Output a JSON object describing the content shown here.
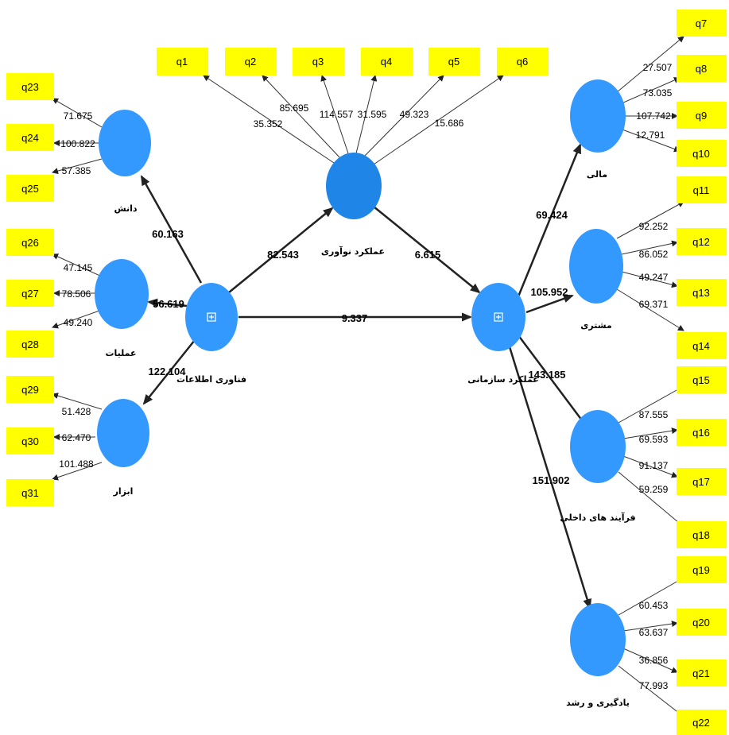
{
  "constructs": {
    "it": "فناوری اطلاعات",
    "innovation": "عملکرد نوآوری",
    "org": "عملکرد سازمانی",
    "knowledge": "دانش",
    "operations": "عملیات",
    "tools": "ابزار",
    "financial": "مالی",
    "customer": "مشتری",
    "internal": "فرآیند های داخلی",
    "learning": "یادگیری و رشد"
  },
  "items": {
    "q1": "q1",
    "q2": "q2",
    "q3": "q3",
    "q4": "q4",
    "q5": "q5",
    "q6": "q6",
    "q7": "q7",
    "q8": "q8",
    "q9": "q9",
    "q10": "q10",
    "q11": "q11",
    "q12": "q12",
    "q13": "q13",
    "q14": "q14",
    "q15": "q15",
    "q16": "q16",
    "q17": "q17",
    "q18": "q18",
    "q19": "q19",
    "q20": "q20",
    "q21": "q21",
    "q22": "q22",
    "q23": "q23",
    "q24": "q24",
    "q25": "q25",
    "q26": "q26",
    "q27": "q27",
    "q28": "q28",
    "q29": "q29",
    "q30": "q30",
    "q31": "q31"
  },
  "loadings": {
    "q1": "35.352",
    "q2": "85.695",
    "q3": "114.557",
    "q4": "31.595",
    "q5": "49.323",
    "q6": "15.686",
    "q7": "27.507",
    "q8": "73.035",
    "q9": "107.742",
    "q10": "12.791",
    "q11": "92.252",
    "q12": "86.052",
    "q13": "49.247",
    "q14": "69.371",
    "q15": "87.555",
    "q16": "69.593",
    "q17": "91.137",
    "q18": "59.259",
    "q19": "60.453",
    "q20": "63.637",
    "q21": "36.856",
    "q22": "77.993",
    "q23": "71.675",
    "q24": "100.822",
    "q25": "57.385",
    "q26": "47.145",
    "q27": "78.506",
    "q28": "49.240",
    "q29": "51.428",
    "q30": "62.470",
    "q31": "101.488"
  },
  "paths": {
    "it_knowledge": "60.163",
    "it_operations": "56.619",
    "it_tools": "122.104",
    "it_innovation": "82.543",
    "it_org": "9.337",
    "innovation_org": "6.615",
    "org_financial": "69.424",
    "org_customer": "105.952",
    "org_internal": "143.185",
    "org_learning": "151.902"
  },
  "colors": {
    "construct": "#3399ff",
    "item_box": "#ffff00"
  },
  "icons": {
    "expand": "expand-icon"
  }
}
